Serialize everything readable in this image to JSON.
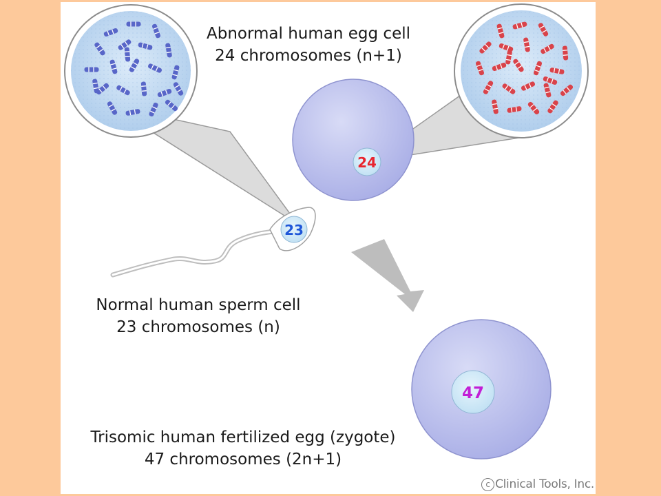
{
  "egg": {
    "title": "Abnormal human egg cell",
    "subtitle": "24 chromosomes (n+1)",
    "nucleus_number": "24",
    "number_color": "#E8262F"
  },
  "sperm": {
    "title": "Normal human sperm cell",
    "subtitle": "23 chromosomes (n)",
    "nucleus_number": "23",
    "number_color": "#1E56D8"
  },
  "zygote": {
    "title": "Trisomic human fertilized egg (zygote)",
    "subtitle": "47 chromosomes (2n+1)",
    "nucleus_number": "47",
    "number_color": "#C21FD6"
  },
  "copyright": {
    "symbol": "c",
    "text": "Clinical Tools, Inc."
  },
  "colors": {
    "background": "#FDC99B",
    "cell": "#B7BCEB",
    "nucleus": "#CFE8F6",
    "zoom_panel": "#BFD9F0",
    "chromosome_blue": "#5866C8",
    "chromosome_red": "#D9434A",
    "arrow": "#BDBDBD"
  },
  "icons": {
    "arrow": "arrow-down-right-icon",
    "sperm": "sperm-cell-icon"
  }
}
